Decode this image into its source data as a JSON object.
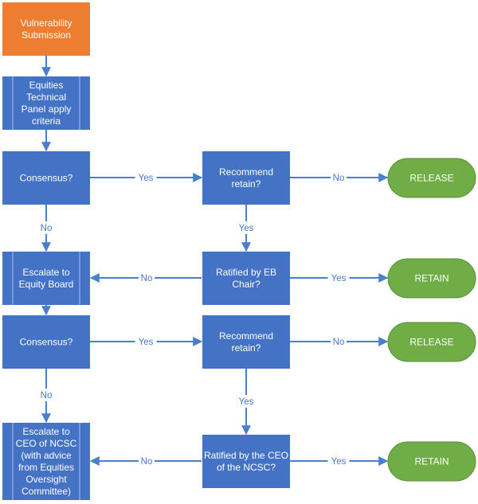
{
  "colors": {
    "process": "#4472c4",
    "start": "#ed7d31",
    "terminal": "#70ad47",
    "edge": "#4a7fd0",
    "edge_label": "#4a77c8"
  },
  "nodes": {
    "vulnerability_submission": [
      "Vulnerability",
      "Submission"
    ],
    "equities_technical_panel": [
      "Equities",
      "Technical",
      "Panel apply",
      "criteria"
    ],
    "consensus_1": [
      "Consensus?"
    ],
    "recommend_retain_1": [
      "Recommend",
      "retain?"
    ],
    "release_1": [
      "RELEASE"
    ],
    "escalate_equity_board": [
      "Escalate to",
      "Equity Board"
    ],
    "ratified_eb_chair": [
      "Ratified by EB",
      "Chair?"
    ],
    "retain_1": [
      "RETAIN"
    ],
    "consensus_2": [
      "Consensus?"
    ],
    "recommend_retain_2": [
      "Recommend",
      "retain?"
    ],
    "release_2": [
      "RELEASE"
    ],
    "escalate_ceo_ncsc": [
      "Escalate to",
      "CEO of NCSC",
      "(with advice",
      "from Equities",
      "Oversight",
      "Committee)"
    ],
    "ratified_ceo_ncsc": [
      "Ratified by the CEO",
      "of the NCSC?"
    ],
    "retain_2": [
      "RETAIN"
    ]
  },
  "edge_labels": {
    "yes": "Yes",
    "no": "No"
  }
}
